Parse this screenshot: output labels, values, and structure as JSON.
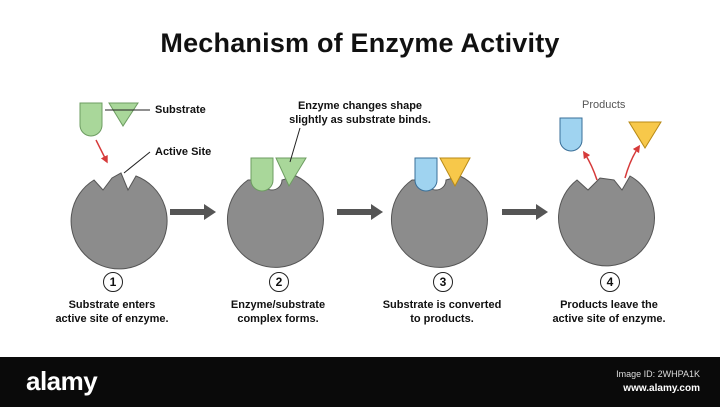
{
  "title": "Mechanism of Enzyme Activity",
  "labels": {
    "substrate": "Substrate",
    "active_site": "Active Site",
    "shape_change_line1": "Enzyme changes shape",
    "shape_change_line2": "slightly as substrate binds.",
    "products": "Products"
  },
  "steps": [
    {
      "number": "1",
      "line1": "Substrate enters",
      "line2": "active site of enzyme."
    },
    {
      "number": "2",
      "line1": "Enzyme/substrate",
      "line2": "complex forms."
    },
    {
      "number": "3",
      "line1": "Substrate is converted",
      "line2": "to products."
    },
    {
      "number": "4",
      "line1": "Products leave the",
      "line2": "active site of enzyme."
    }
  ],
  "colors": {
    "enzyme": "#8c8c8c",
    "substrate": "#a9d79a",
    "product_u": "#9fd3f0",
    "product_tri": "#f7c84a",
    "arrow_red": "#d63a3a",
    "process_arrow": "#555555"
  },
  "footer": {
    "brand": "alamy",
    "image_id": "Image ID: 2WHPA1K",
    "url": "www.alamy.com"
  }
}
